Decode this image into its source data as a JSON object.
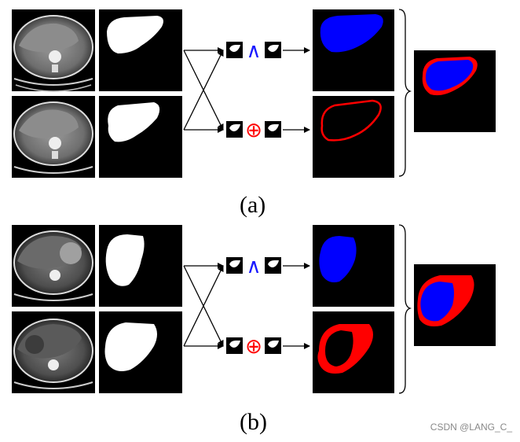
{
  "panels": [
    {
      "caption": "(a)",
      "operators": [
        {
          "symbol": "∧",
          "color": "#1a1aff",
          "kind": "and"
        },
        {
          "symbol": "⊕",
          "color": "#ff0000",
          "kind": "xor"
        }
      ]
    },
    {
      "caption": "(b)",
      "operators": [
        {
          "symbol": "∧",
          "color": "#1a1aff",
          "kind": "and"
        },
        {
          "symbol": "⊕",
          "color": "#ff0000",
          "kind": "xor"
        }
      ]
    }
  ],
  "colors": {
    "and_fill": "#0000ff",
    "xor_fill": "#ff0000"
  },
  "watermark": "CSDN @LANG_C_"
}
